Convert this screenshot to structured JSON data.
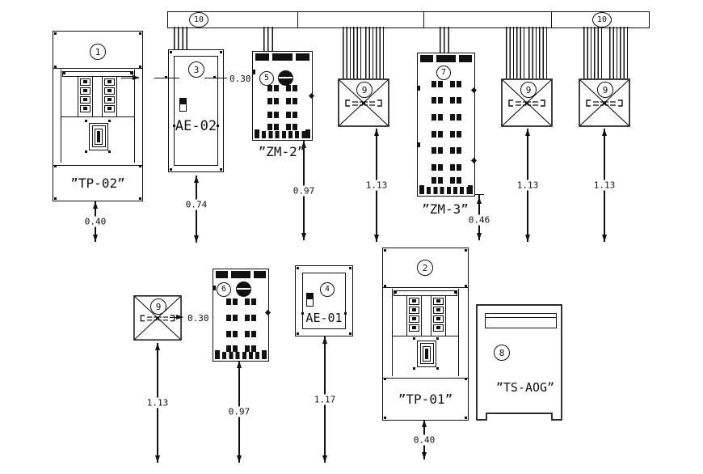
{
  "drawing": {
    "tray": {
      "tag_left": "10",
      "tag_right": "10"
    },
    "items": {
      "tp02": {
        "tag": "1",
        "label": "”TP-02”",
        "dim_below": "0.40"
      },
      "ae02": {
        "tag": "3",
        "label": "AE-02",
        "dim_below": "0.74",
        "dim_width": "0.30"
      },
      "zm2": {
        "tag": "5",
        "label": "”ZM-2”",
        "dim_below": "0.97"
      },
      "jbox1": {
        "tag": "9",
        "dim_below": "1.13"
      },
      "zm3": {
        "tag": "7",
        "label": "”ZM-3”",
        "dim_below": "0.46"
      },
      "jbox2": {
        "tag": "9",
        "dim_below": "1.13"
      },
      "jbox3": {
        "tag": "9",
        "dim_below": "1.13"
      },
      "jbox4": {
        "tag": "9",
        "dim_below": "1.13",
        "dim_gap": "0.30"
      },
      "board6": {
        "tag": "6",
        "dim_below": "0.97"
      },
      "ae01": {
        "tag": "4",
        "label": "AE-01",
        "dim_below": "1.17"
      },
      "tp01": {
        "tag": "2",
        "label": "”TP-01”",
        "dim_below": "0.40"
      },
      "ts_aog": {
        "tag": "8",
        "label": "”TS-AOG”"
      }
    },
    "colors": {
      "line": "#111111",
      "background": "#ffffff"
    }
  }
}
